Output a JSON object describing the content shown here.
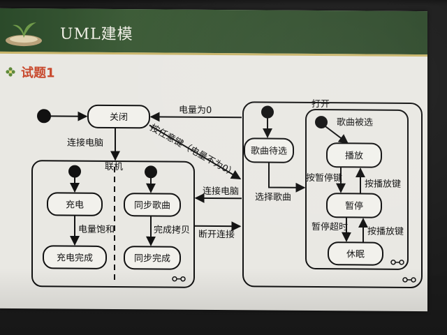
{
  "slide": {
    "title": "UML建模",
    "section_title": "试题1",
    "accent_color": "#c8482c",
    "header_color": "#2f4a2c",
    "bullet_icon": "flower-bullet-icon"
  },
  "diagram": {
    "states": {
      "off": "关闭",
      "online_group": "联机",
      "charging": "充电",
      "charge_complete": "充电完成",
      "syncing": "同步歌曲",
      "sync_complete": "同步完成",
      "on_group": "打开",
      "song_waiting": "歌曲待选",
      "song_selected_group": "歌曲被选",
      "playing": "播放",
      "paused": "暂停",
      "sleep": "休眠"
    },
    "transitions": {
      "battery_zero": "电量为0",
      "connect_pc_left": "连接电脑",
      "any_key": "按任意键（电量不为0）",
      "connect_pc_right": "连接电脑",
      "disconnect": "断开连接",
      "battery_full": "电量饱和",
      "copy_done": "完成拷贝",
      "select_song": "选择歌曲",
      "pause_key": "按暂停键",
      "play_key_1": "按播放键",
      "pause_timeout": "暂停超时",
      "play_key_2": "按播放键"
    }
  }
}
